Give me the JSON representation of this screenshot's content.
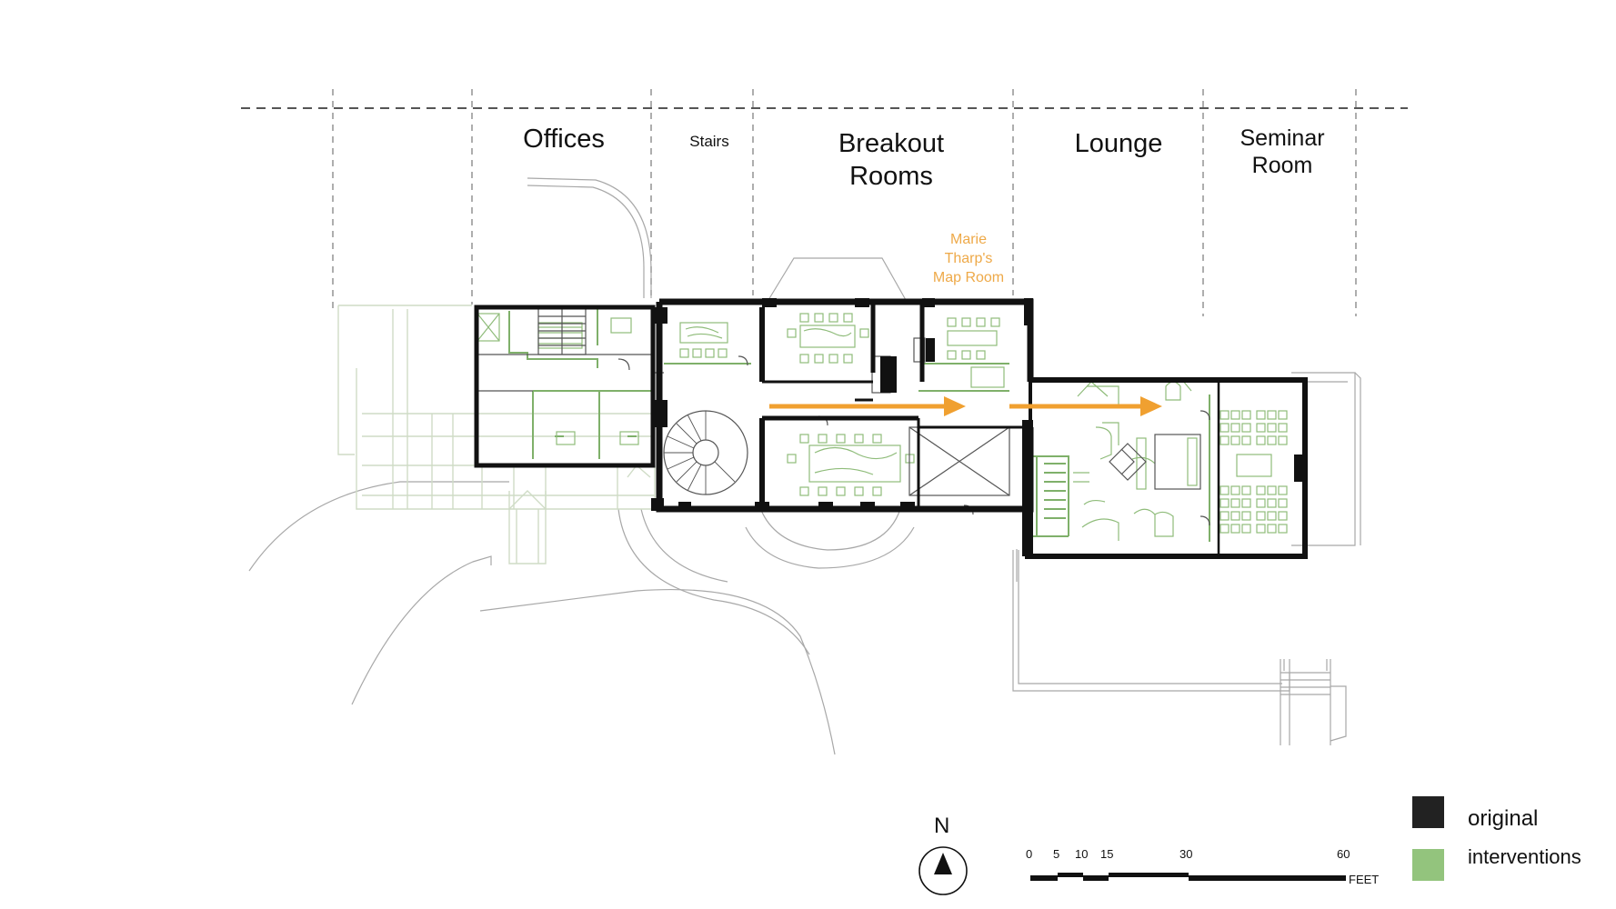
{
  "zones": {
    "offices": "Offices",
    "stairs": "Stairs",
    "breakout_1": "Breakout",
    "breakout_2": "Rooms",
    "lounge": "Lounge",
    "seminar_1": "Seminar",
    "seminar_2": "Room"
  },
  "map_room": {
    "line1": "Marie",
    "line2": "Tharp's",
    "line3": "Map Room"
  },
  "north": {
    "label": "N",
    "icon": "north-arrow-icon"
  },
  "scale": {
    "ticks": [
      "0",
      "5",
      "10",
      "15",
      "30",
      "60"
    ],
    "unit": "FEET"
  },
  "legend": {
    "original": {
      "label": "original",
      "color": "#222222"
    },
    "interventions": {
      "label": "interventions",
      "color": "#93c47d"
    }
  },
  "colors": {
    "wall": "#111111",
    "intervention": "#7fb06a",
    "circulation_arrow": "#f0a030",
    "zone_divider": "#999999",
    "site_lines": "#9a9a9a"
  }
}
